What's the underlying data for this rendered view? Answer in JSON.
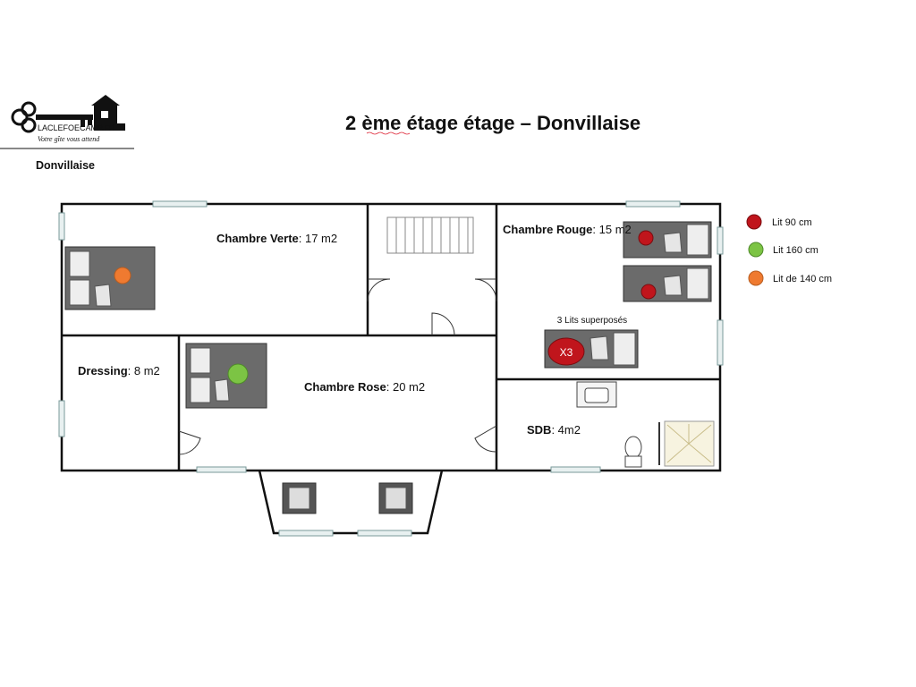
{
  "header": {
    "title": "2  ème étage étage – Donvillaise",
    "subtitle": "Donvillaise"
  },
  "logo": {
    "brand": "LACLEFOECAMP.FR",
    "tagline": "Votre gîte vous attend"
  },
  "rooms": {
    "chambre_verte": {
      "name": "Chambre Verte",
      "area": ": 17 m2"
    },
    "chambre_rouge": {
      "name": "Chambre Rouge",
      "area": ": 15 m2"
    },
    "dressing": {
      "name": "Dressing",
      "area": ": 8 m2"
    },
    "chambre_rose": {
      "name": "Chambre Rose",
      "area": ": 20 m2"
    },
    "sdb": {
      "name": "SDB",
      "area": ": 4m2"
    }
  },
  "bunk_note": "3 Lits superposés",
  "bunk_marker": "X3",
  "legend": [
    {
      "label": "Lit 90 cm",
      "color": "#c0151c"
    },
    {
      "label": "Lit 160 cm",
      "color": "#7cc444"
    },
    {
      "label": "Lit de 140 cm",
      "color": "#ef7a30"
    }
  ],
  "colors": {
    "bed_90": "#c0151c",
    "bed_160": "#7cc444",
    "bed_140": "#ef7a30",
    "bed_fill": "#6b6b6b"
  }
}
